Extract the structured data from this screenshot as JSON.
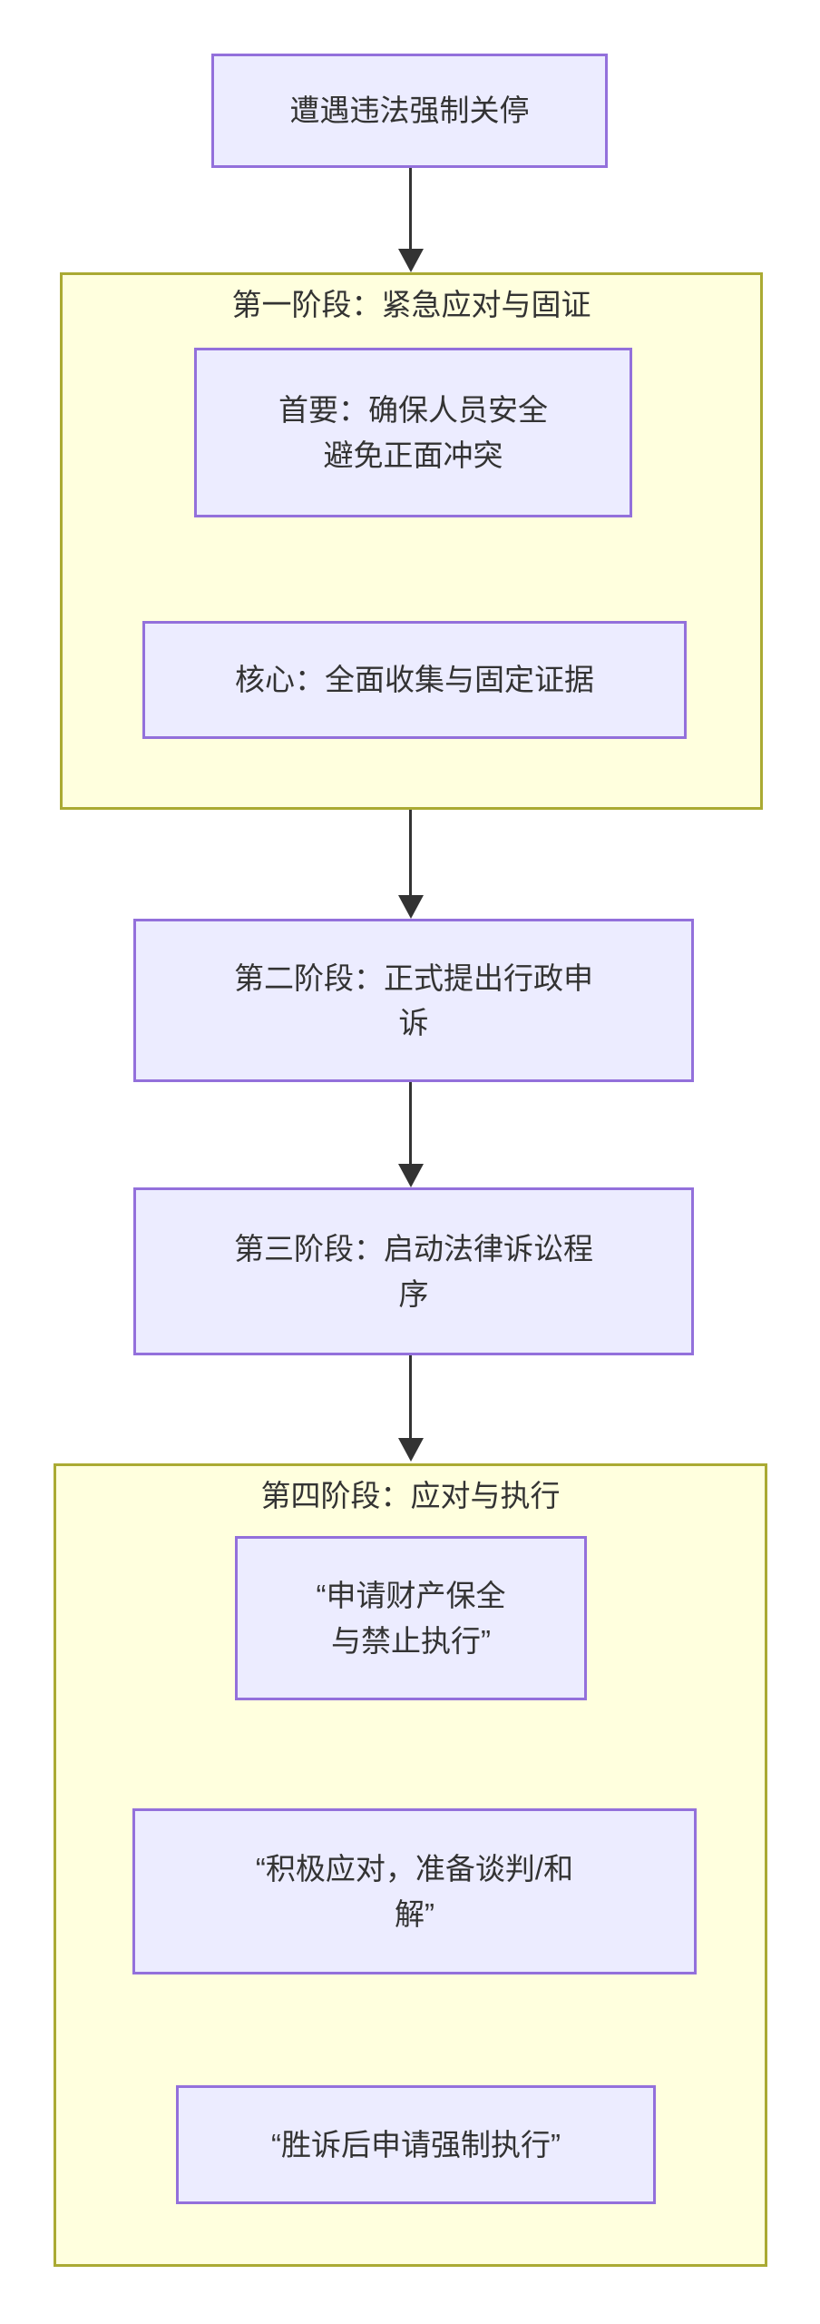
{
  "diagram": {
    "type": "flowchart",
    "direction": "top-down",
    "colors": {
      "node_fill": "#ECECFF",
      "node_border": "#9370DB",
      "cluster_fill": "#FFFFDE",
      "cluster_border": "#AAAA33",
      "text": "#333333",
      "arrow": "#333333"
    },
    "start_node": {
      "label": "遭遇违法强制关停"
    },
    "stage1": {
      "title": "第一阶段：紧急应对与固证",
      "nodes": [
        {
          "label": "首要：确保人员安全\n避免正面冲突"
        },
        {
          "label": "核心：全面收集与固定证据"
        }
      ]
    },
    "stage2": {
      "label": "第二阶段：正式提出行政申\n诉"
    },
    "stage3": {
      "label": "第三阶段：启动法律诉讼程\n序"
    },
    "stage4": {
      "title": "第四阶段：应对与执行",
      "nodes": [
        {
          "label": "“申请财产保全\n与禁止执行”"
        },
        {
          "label": "“积极应对，准备谈判/和\n解”"
        },
        {
          "label": "“胜诉后申请强制执行”"
        }
      ]
    },
    "edges": [
      {
        "from": "start",
        "to": "stage1"
      },
      {
        "from": "stage1",
        "to": "stage2"
      },
      {
        "from": "stage2",
        "to": "stage3"
      },
      {
        "from": "stage3",
        "to": "stage4"
      }
    ]
  }
}
